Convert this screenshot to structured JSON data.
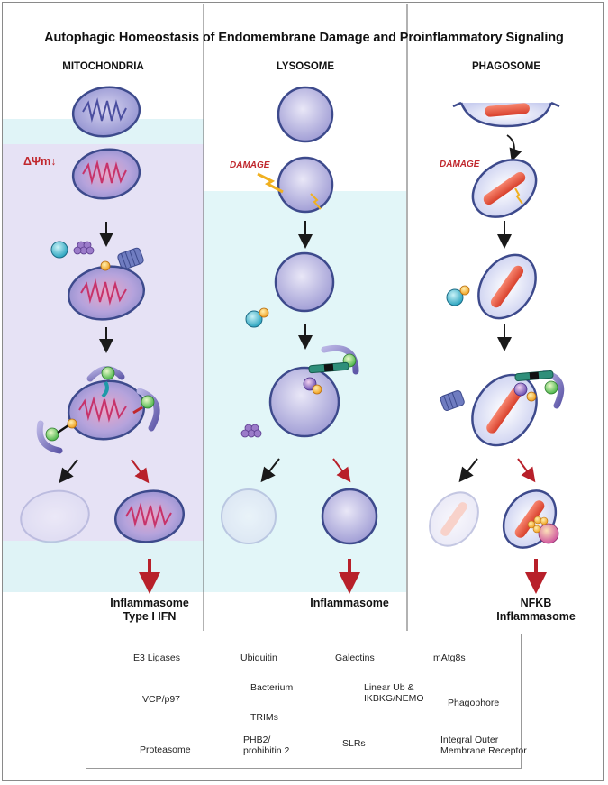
{
  "title": "Autophagic Homeostasis of Endomembrane Damage and Proinflammatory Signaling",
  "columns": {
    "mito": "MITOCHONDRIA",
    "lyso": "LYSOSOME",
    "phago": "PHAGOSOME"
  },
  "labels": {
    "delta_psi": "ΔΨm",
    "damage_lyso": "DAMAGE",
    "damage_phago": "DAMAGE"
  },
  "outcomes": {
    "mito_line1": "Inflammasome",
    "mito_line2": "Type I IFN",
    "lyso": "Inflammasome",
    "phago_line1": "NFKB",
    "phago_line2": "Inflammasome"
  },
  "legend": {
    "e3": "E3 Ligases",
    "ubiquitin": "Ubiquitin",
    "galectins": "Galectins",
    "matg8": "mAtg8s",
    "vcp": "VCP/p97",
    "bacterium": "Bacterium",
    "linear_ub_1": "Linear Ub &",
    "linear_ub_2": "IKBKG/NEMO",
    "phagophore": "Phagophore",
    "trims": "TRIMs",
    "proteasome": "Proteasome",
    "phb2_1": "PHB2/",
    "phb2_2": "prohibitin 2",
    "slrs": "SLRs",
    "receptor_1": "Integral Outer",
    "receptor_2": "Membrane Receptor"
  },
  "colors": {
    "mito_bg": "#e7e3f6",
    "lyso_bg": "#e3f6f8",
    "arrow_black": "#1a1a1a",
    "arrow_red": "#b8202a",
    "membrane": "#3d4a8c",
    "damage_red": "#c0272d"
  }
}
